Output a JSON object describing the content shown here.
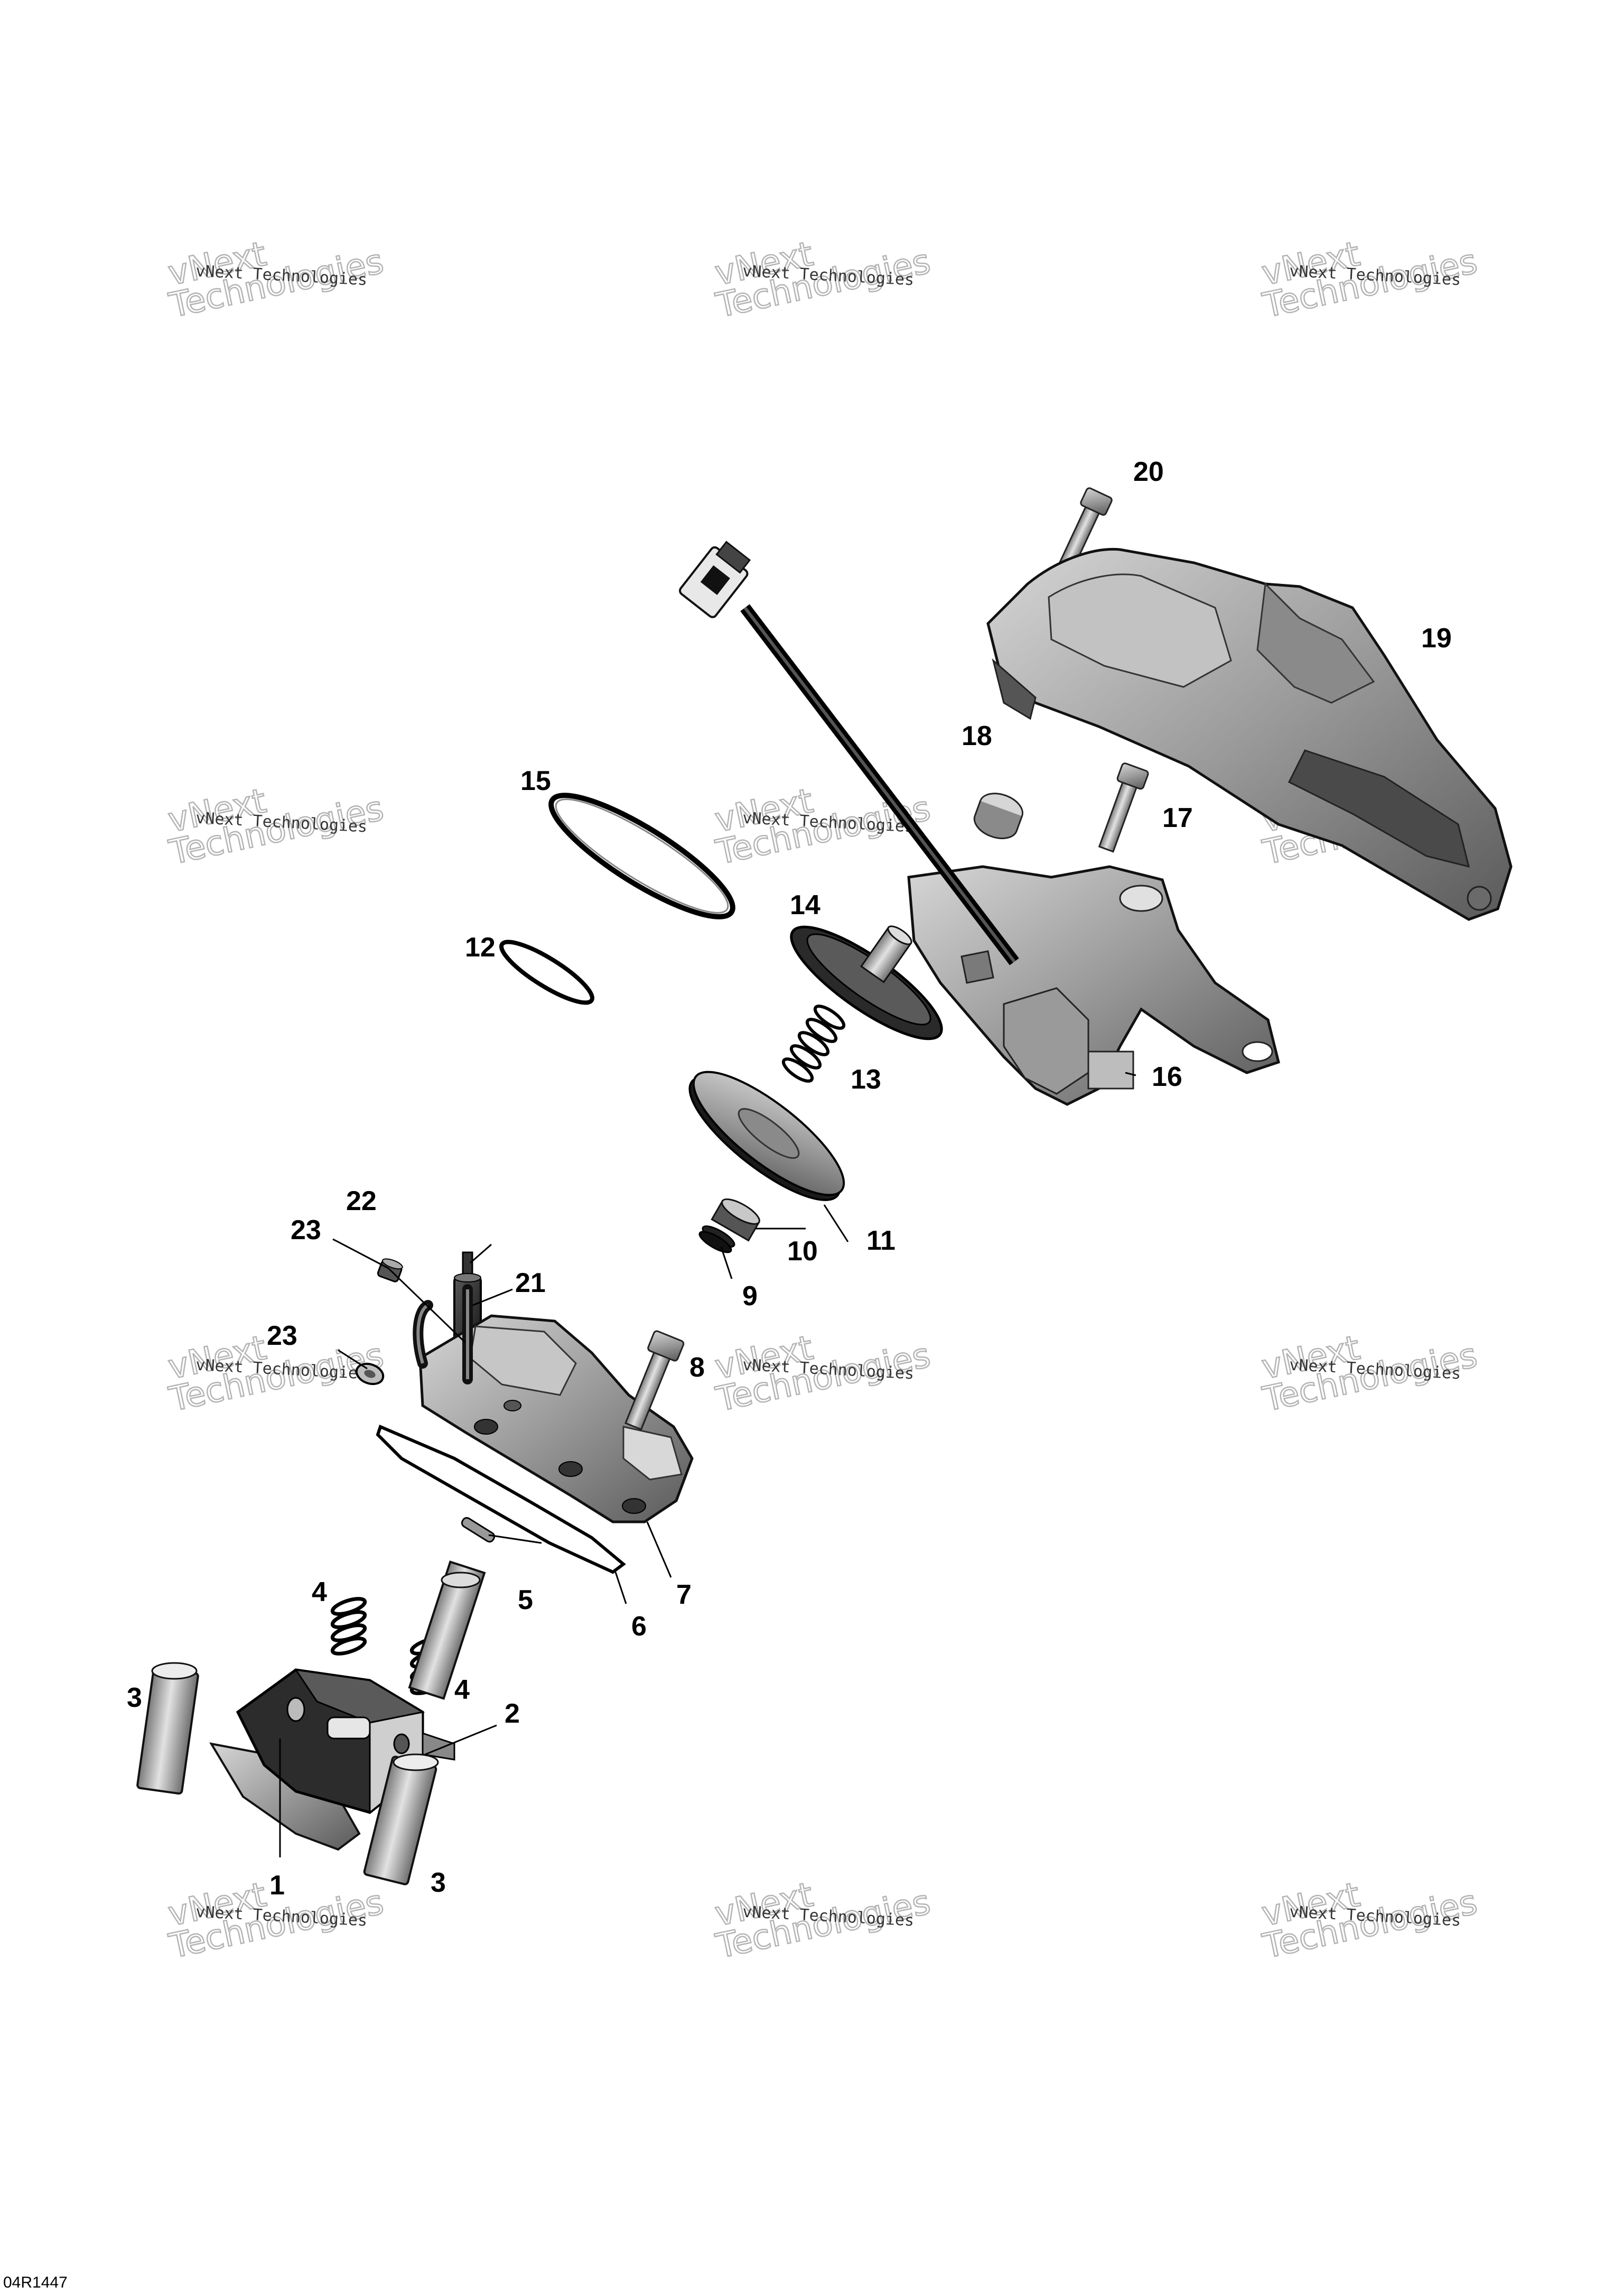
{
  "drawing_ref": "04R1447",
  "watermark": {
    "line1": "vNext Technologies",
    "line2a": "vNext",
    "line2b": "Technologies"
  },
  "callouts": [
    {
      "id": "c1",
      "label": "1"
    },
    {
      "id": "c2",
      "label": "2"
    },
    {
      "id": "c3a",
      "label": "3"
    },
    {
      "id": "c3b",
      "label": "3"
    },
    {
      "id": "c4a",
      "label": "4"
    },
    {
      "id": "c4b",
      "label": "4"
    },
    {
      "id": "c5",
      "label": "5"
    },
    {
      "id": "c6",
      "label": "6"
    },
    {
      "id": "c7",
      "label": "7"
    },
    {
      "id": "c8",
      "label": "8"
    },
    {
      "id": "c9",
      "label": "9"
    },
    {
      "id": "c10",
      "label": "10"
    },
    {
      "id": "c11",
      "label": "11"
    },
    {
      "id": "c12",
      "label": "12"
    },
    {
      "id": "c13",
      "label": "13"
    },
    {
      "id": "c14",
      "label": "14"
    },
    {
      "id": "c15",
      "label": "15"
    },
    {
      "id": "c16",
      "label": "16"
    },
    {
      "id": "c17",
      "label": "17"
    },
    {
      "id": "c18",
      "label": "18"
    },
    {
      "id": "c19",
      "label": "19"
    },
    {
      "id": "c20",
      "label": "20"
    },
    {
      "id": "c21",
      "label": "21"
    },
    {
      "id": "c22",
      "label": "22"
    },
    {
      "id": "c23a",
      "label": "23"
    },
    {
      "id": "c23b",
      "label": "23"
    }
  ]
}
